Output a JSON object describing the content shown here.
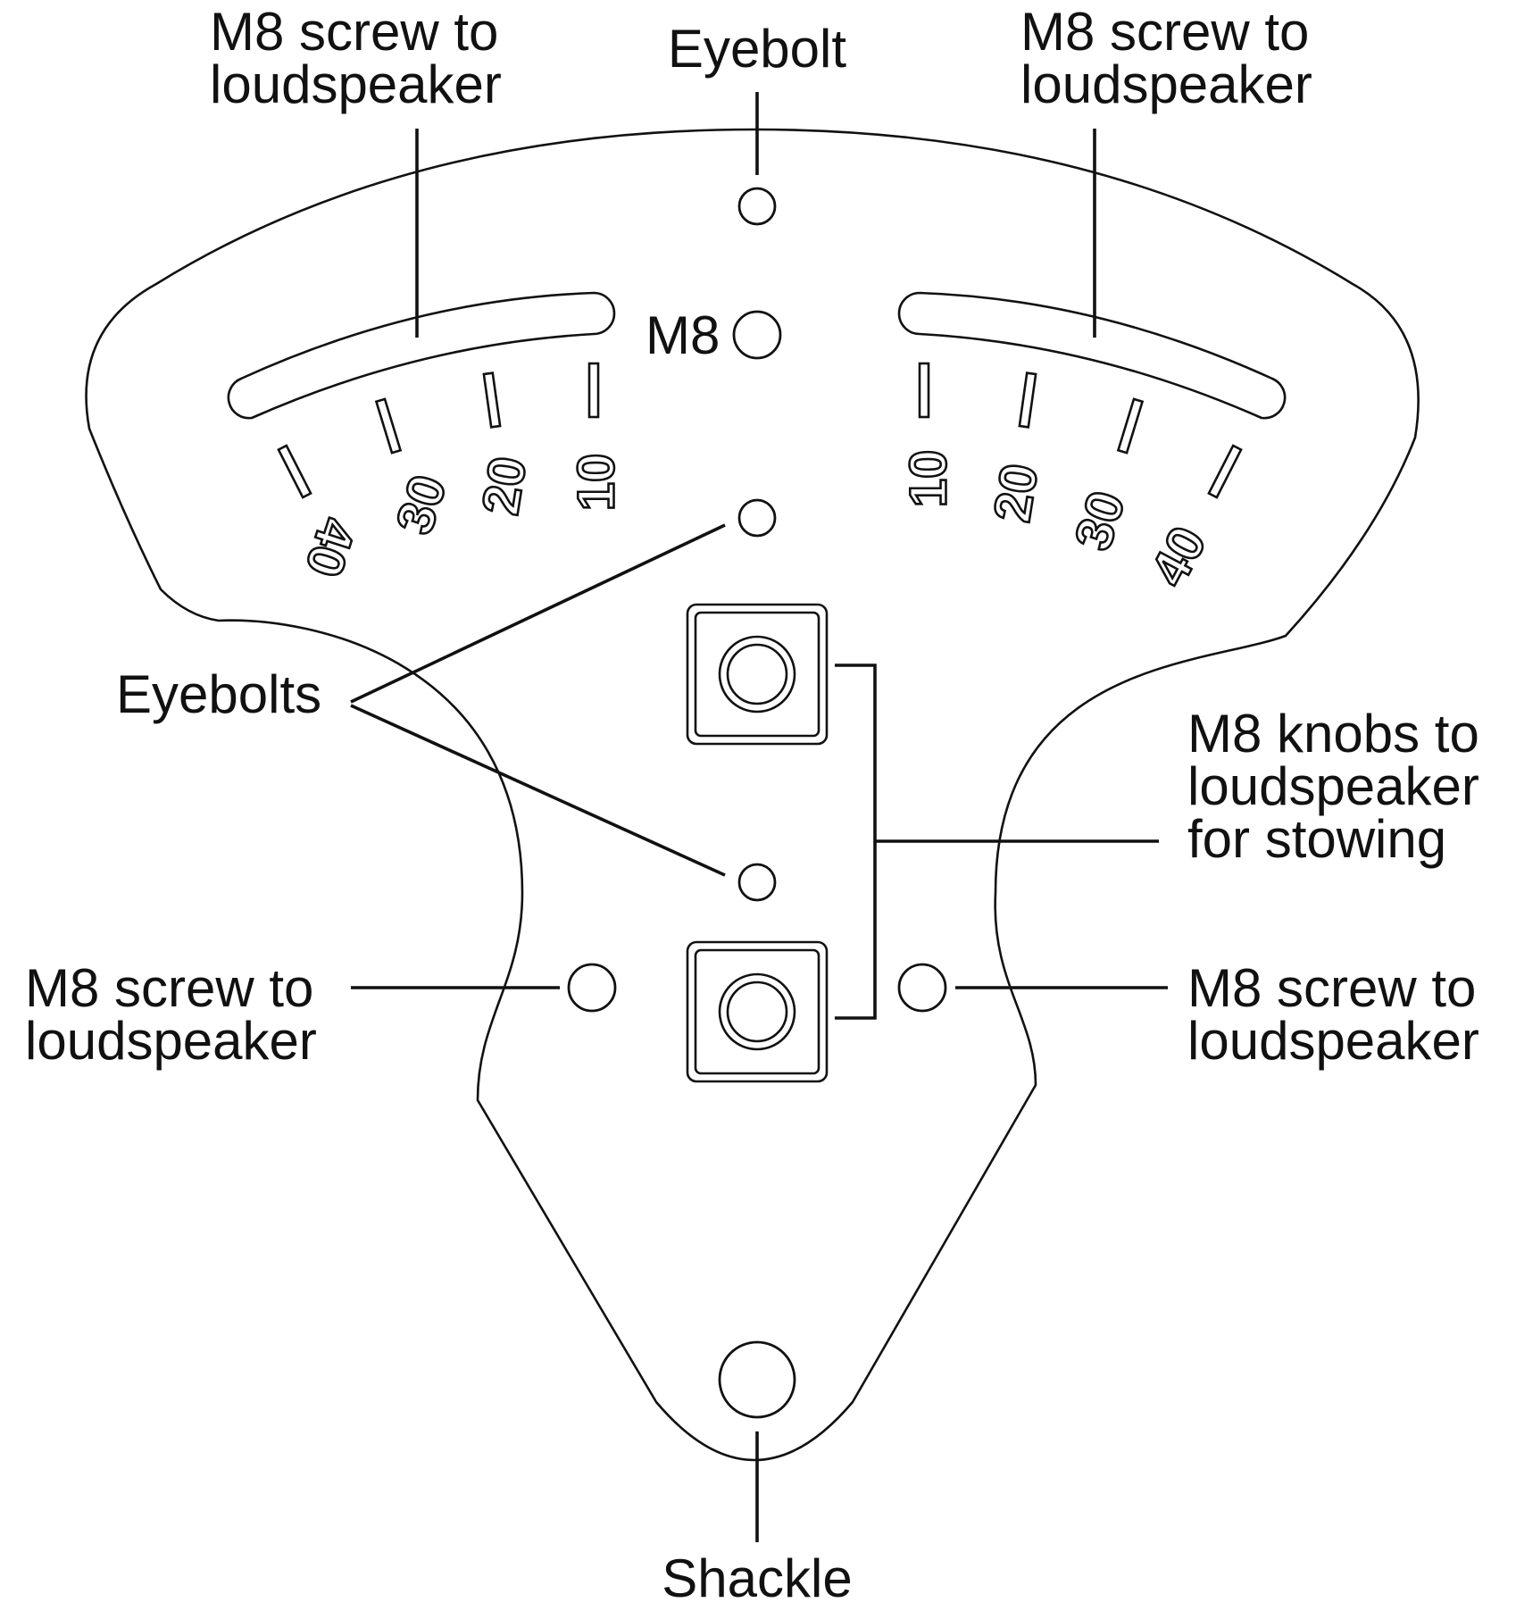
{
  "diagram": {
    "labels": {
      "top_left_screw": [
        "M8 screw to",
        "loudspeaker"
      ],
      "top_eyebolt": "Eyebolt",
      "top_right_screw": [
        "M8 screw to",
        "loudspeaker"
      ],
      "m8_marking": "M8",
      "eyebolts": "Eyebolts",
      "knobs": [
        "M8 knobs to",
        "loudspeaker",
        "for stowing"
      ],
      "left_screw": [
        "M8 screw to",
        "loudspeaker"
      ],
      "right_screw": [
        "M8 screw to",
        "loudspeaker"
      ],
      "shackle": "Shackle"
    },
    "angle_scale_left": [
      "40",
      "30",
      "20",
      "10"
    ],
    "angle_scale_right": [
      "10",
      "20",
      "30",
      "40"
    ],
    "colors": {
      "line": "#111111",
      "background": "#ffffff"
    }
  }
}
